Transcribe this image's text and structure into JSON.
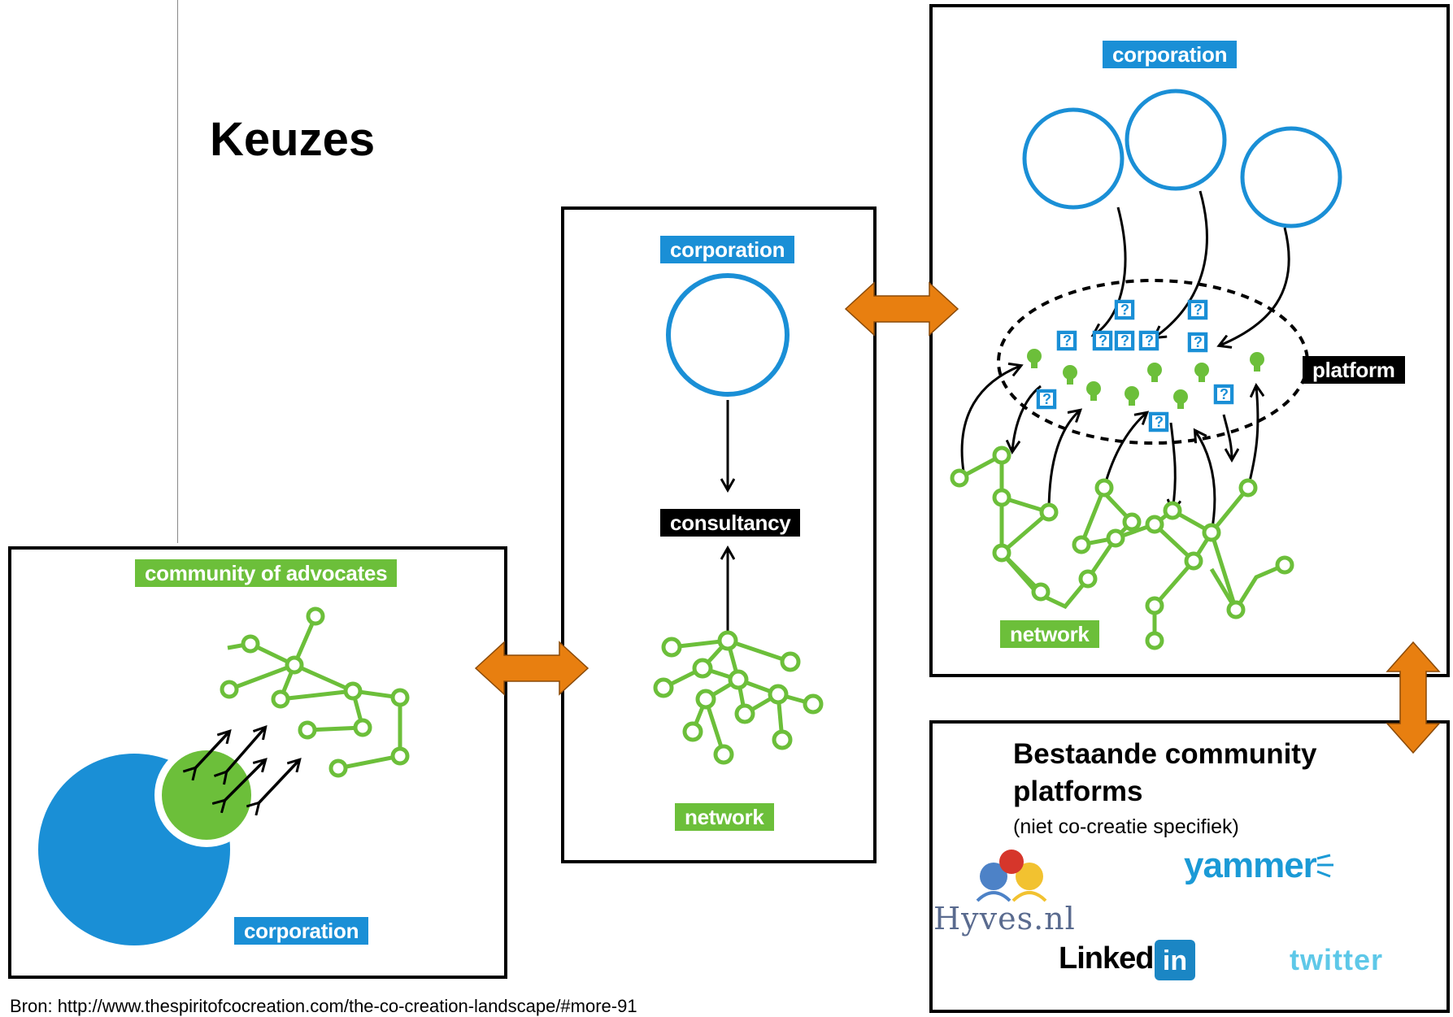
{
  "title": "Keuzes",
  "panel_left": {
    "top_label": "community of advocates",
    "bottom_label": "corporation"
  },
  "panel_middle": {
    "top_label": "corporation",
    "middle_label": "consultancy",
    "bottom_label": "network"
  },
  "panel_right": {
    "top_label": "corporation",
    "side_label": "platform",
    "bottom_label": "network",
    "question_mark": "?"
  },
  "existing_platforms": {
    "title": "Bestaande community platforms",
    "subtitle": "(niet co-creatie specifiek)",
    "logos": {
      "hyves": "Hyves.nl",
      "yammer": "yammer",
      "linkedin_word": "Linked",
      "linkedin_in": "in",
      "twitter": "twitter"
    }
  },
  "source": "Bron: http://www.thespiritofcocreation.com/the-co-creation-landscape/#more-91",
  "colors": {
    "blue": "#1a8fd6",
    "green": "#6cbf3a",
    "orange_arrow": "#e87f10",
    "black": "#000000"
  }
}
